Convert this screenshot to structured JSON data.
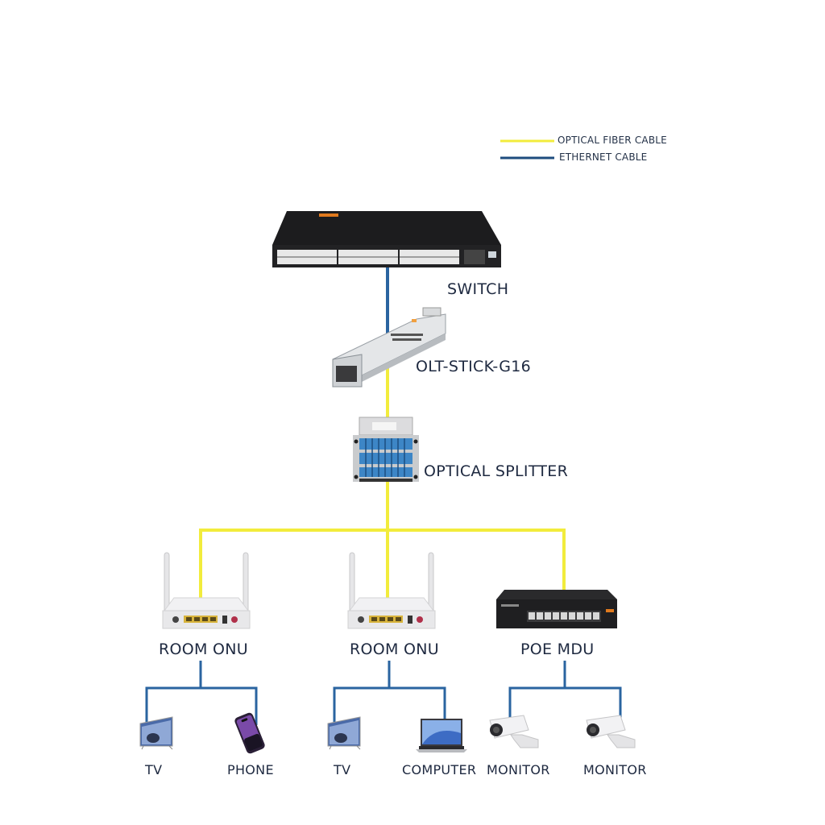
{
  "legend": {
    "items": [
      {
        "label": "OPTICAL FIBER CABLE",
        "color": "#f2ec3c"
      },
      {
        "label": "ETHERNET CABLE",
        "color": "#1e4c7e"
      }
    ]
  },
  "colors": {
    "fiber": "#f2ec3c",
    "ethernet": "#2a64a0",
    "label": "#1e2940"
  },
  "nodes": {
    "switch": {
      "label": "SWITCH",
      "icon": "rack-switch-icon"
    },
    "olt": {
      "label": "OLT-STICK-G16",
      "icon": "sfp-module-icon"
    },
    "splitter": {
      "label": "OPTICAL SPLITTER",
      "icon": "optical-splitter-icon"
    },
    "onu1": {
      "label": "ROOM ONU",
      "icon": "router-icon"
    },
    "onu2": {
      "label": "ROOM ONU",
      "icon": "router-icon"
    },
    "mdu": {
      "label": "POE MDU",
      "icon": "poe-switch-icon"
    }
  },
  "endpoints": [
    {
      "label": "TV",
      "icon": "tv-icon"
    },
    {
      "label": "PHONE",
      "icon": "phone-icon"
    },
    {
      "label": "TV",
      "icon": "tv-icon"
    },
    {
      "label": "COMPUTER",
      "icon": "laptop-icon"
    },
    {
      "label": "MONITOR",
      "icon": "camera-icon"
    },
    {
      "label": "MONITOR",
      "icon": "camera-icon"
    }
  ]
}
